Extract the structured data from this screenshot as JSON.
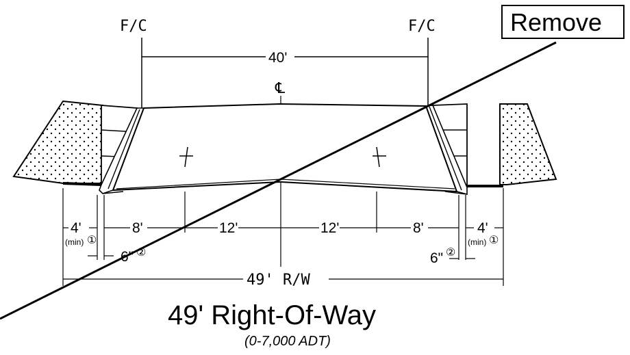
{
  "labels": {
    "fc_left": "F/C",
    "fc_right": "F/C",
    "remove": "Remove",
    "curb_width": "40'",
    "centerline": "℄",
    "dim_sidewalk_left": "4'",
    "dim_min_left": "(min)",
    "dim_note1_left": "①",
    "dim_parking_left": "8'",
    "dim_lane_left": "12'",
    "dim_lane_right": "12'",
    "dim_parking_right": "8'",
    "dim_sidewalk_right": "4'",
    "dim_min_right": "(min)",
    "dim_note1_right": "①",
    "dim_gutter_left": "6\"",
    "dim_note2_left": "②",
    "dim_gutter_right": "6\"",
    "dim_note2_right": "②",
    "row_width": "49' R/W",
    "title": "49' Right-Of-Way",
    "subtitle": "(0-7,000 ADT)"
  }
}
